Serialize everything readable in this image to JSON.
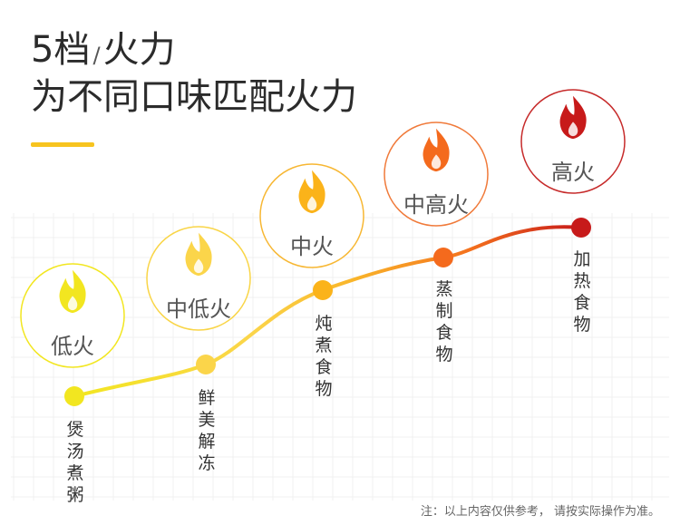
{
  "header": {
    "title_number": "5档",
    "title_slash": "/",
    "title_rest": "火力",
    "subtitle": "为不同口味匹配火力",
    "accent_color": "#f7c41f"
  },
  "levels": [
    {
      "name": "低火",
      "food": "煲汤煮粥",
      "color": "#f2e620",
      "ring": "#f2e620",
      "icon": "flame-icon"
    },
    {
      "name": "中低火",
      "food": "鲜美解冻",
      "color": "#fbd54a",
      "ring": "#f9d547",
      "icon": "flame-icon"
    },
    {
      "name": "中火",
      "food": "炖煮食物",
      "color": "#fbb31a",
      "ring": "#f7b733",
      "icon": "flame-icon"
    },
    {
      "name": "中高火",
      "food": "蒸制食物",
      "color": "#f46a1d",
      "ring": "#f07a3a",
      "icon": "flame-icon"
    },
    {
      "name": "高火",
      "food": "加热食物",
      "color": "#c71a1a",
      "ring": "#c62a2a",
      "icon": "flame-icon"
    }
  ],
  "footnote": "注：以上内容仅供参考，  请按实际操作为准。"
}
